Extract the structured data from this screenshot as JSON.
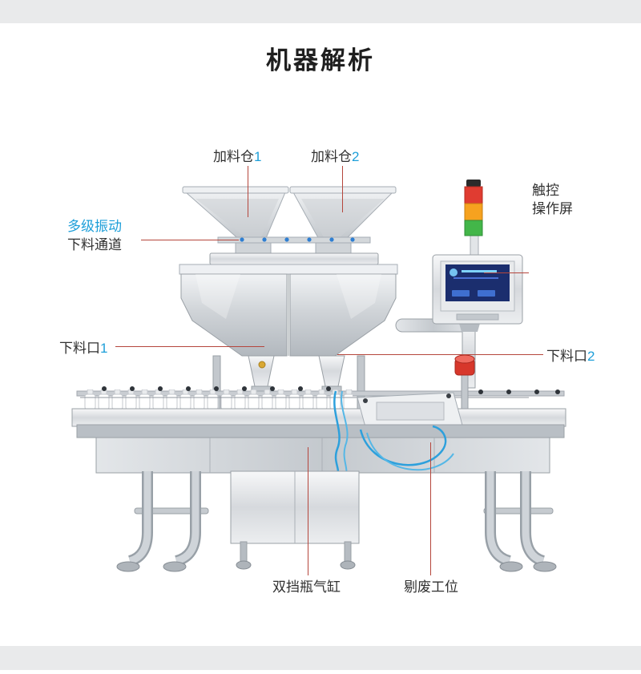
{
  "page": {
    "title": "机器解析",
    "background_color": "#ffffff",
    "band_color": "#e9eaeb",
    "accent_color": "#1e9fd9",
    "leader_line_color": "#b5463c"
  },
  "annotations": {
    "hopper1": {
      "text": "加料仓",
      "num": "1"
    },
    "hopper2": {
      "text": "加料仓",
      "num": "2"
    },
    "touchscreen": {
      "line1": "触控",
      "line2": "操作屏"
    },
    "vibration": {
      "line1": "多级振动",
      "line2": "下料通道"
    },
    "outlet1": {
      "text": "下料口",
      "num": "1"
    },
    "outlet2": {
      "text": "下料口",
      "num": "2"
    },
    "cylinder": {
      "text": "双挡瓶气缸"
    },
    "reject": {
      "text": "剔废工位"
    }
  },
  "machine": {
    "signal_tower_colors": [
      "#e03c31",
      "#f6a21f",
      "#43b649"
    ],
    "emergency_button_color": "#d7372b",
    "screen_color": "#1b2e6e",
    "tube_color": "#2da0dc"
  }
}
